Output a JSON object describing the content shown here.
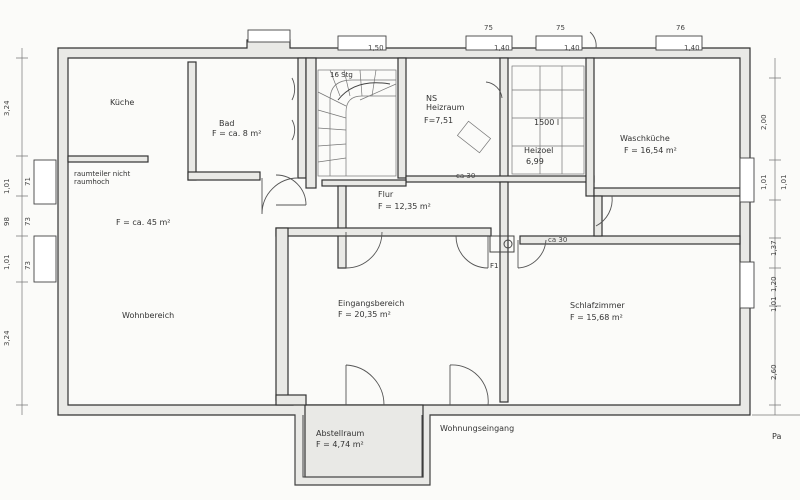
{
  "rooms": {
    "kueche": {
      "name": "Küche"
    },
    "bad": {
      "name": "Bad",
      "area": "F = ca. 8 m²"
    },
    "heizraum": {
      "name": "NS Heizraum",
      "area": "F=7,51"
    },
    "waschkueche": {
      "name": "Waschküche",
      "area": "F = 16,54 m²"
    },
    "wohnbereich_area": {
      "area": "F = ca. 45 m²"
    },
    "wohnbereich": {
      "name": "Wohnbereich"
    },
    "flur": {
      "name": "Flur",
      "area": "F = 12,35 m²"
    },
    "eingang": {
      "name": "Eingangsbereich",
      "area": "F = 20,35 m²"
    },
    "schlaf": {
      "name": "Schlafzimmer",
      "area": "F = 15,68 m²"
    },
    "abstell": {
      "name": "Abstellraum",
      "area": "F = 4,74 m²"
    }
  },
  "annotations": {
    "raumteiler": "raumteiler nicht raumhoch",
    "tank": "1500 l",
    "oel": "Heizoel",
    "tank_area": "6,99",
    "wohnungseingang": "Wohnungseingang",
    "stair": "16 Stg",
    "f1": "F1",
    "corner": "Pa",
    "ebs": "ca 30",
    "ba": "ca 30"
  },
  "dimensions": {
    "left": [
      "3,24",
      "1,01",
      "98",
      "1,01",
      "3,24"
    ],
    "left_small": [
      "71",
      "73",
      "73"
    ],
    "right": [
      "2,00",
      "1,01",
      "1,01",
      "1,37",
      "1,20",
      "1,01",
      "2,60"
    ],
    "top": [
      "75",
      "75",
      "76"
    ],
    "window_labels": [
      "1,50",
      "1,40",
      "1,40",
      "1,40"
    ]
  }
}
